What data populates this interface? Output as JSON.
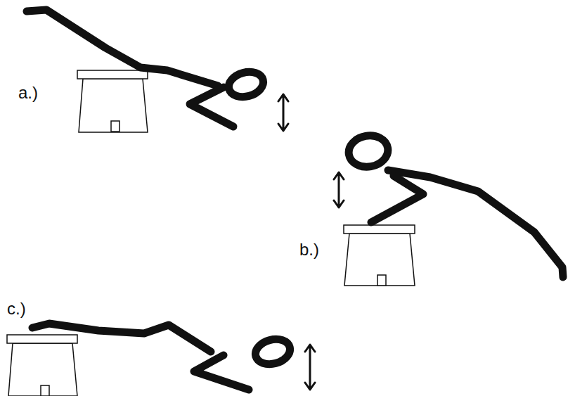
{
  "diagram": {
    "labels": [
      "a.)",
      "b.)",
      "c.)"
    ]
  }
}
